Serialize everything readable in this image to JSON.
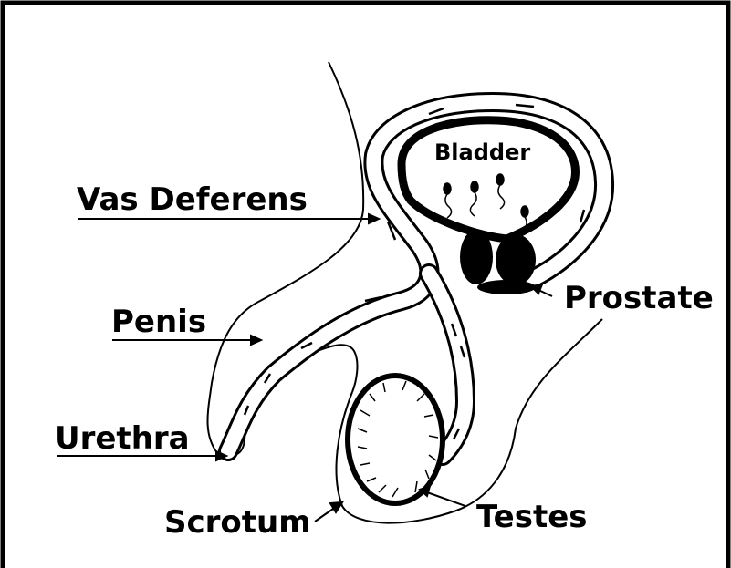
{
  "diagram": {
    "labels": {
      "bladder": "Bladder",
      "vas_deferens": "Vas Deferens",
      "prostate": "Prostate",
      "penis": "Penis",
      "urethra": "Urethra",
      "scrotum": "Scrotum",
      "testes": "Testes"
    },
    "colors": {
      "ink": "#000000",
      "paper": "#ffffff"
    }
  }
}
